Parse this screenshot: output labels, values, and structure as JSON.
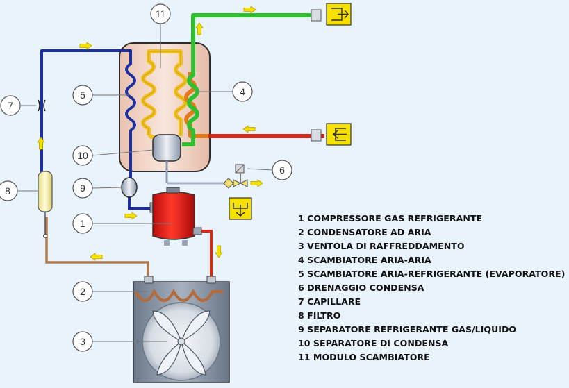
{
  "callouts": [
    "1",
    "2",
    "3",
    "4",
    "5",
    "6",
    "7",
    "8",
    "9",
    "10",
    "11"
  ],
  "legend": [
    "1  COMPRESSORE GAS REFRIGERANTE",
    "2  CONDENSATORE AD ARIA",
    "3  VENTOLA DI RAFFREDDAMENTO",
    "4  SCAMBIATORE ARIA-ARIA",
    "5  SCAMBIATORE ARIA-REFRIGERANTE (EVAPORATORE)",
    "6  DRENAGGIO CONDENSA",
    "7  CAPILLARE",
    "8  FILTRO",
    "9  SEPARATORE REFRIGERANTE GAS/LIQUIDO",
    "10 SEPARATORE DI CONDENSA",
    "11 MODULO SCAMBIATORE"
  ],
  "colors": {
    "background": "#e8f3fb",
    "refrigerant_blue": "#1c2fa0",
    "hot_gas_red": "#d42a1a",
    "liquid_brown": "#b07a4e",
    "air_green": "#2ec02e",
    "air_orange": "#e07a1a",
    "module_yellow": "#f0c020",
    "arrow_yellow": "#f5e000",
    "module_fill": "#f2d4c4",
    "compressor_red": "#e82020",
    "condenser_gray": "#8a96a6"
  }
}
